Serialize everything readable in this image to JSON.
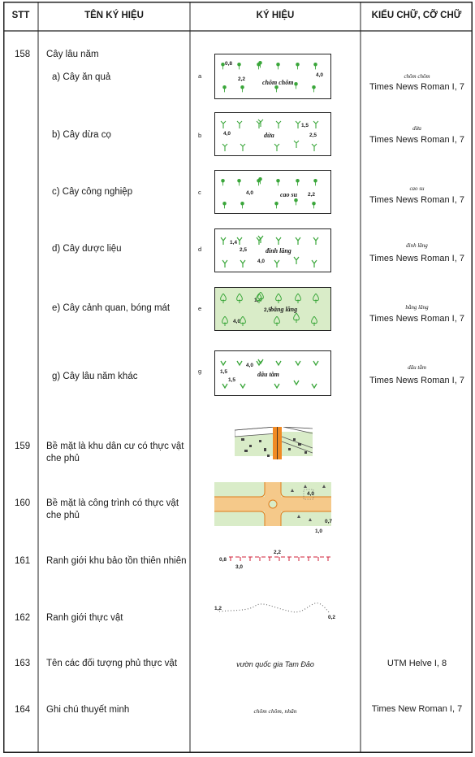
{
  "header": {
    "stt": "STT",
    "name": "TÊN KÝ HIỆU",
    "symbol": "KÝ HIỆU",
    "font": "KIỂU CHỮ, CỠ CHỮ"
  },
  "row158": {
    "stt": "158",
    "title": "Cây lâu năm",
    "items": [
      {
        "label": "a) Cây ăn quả",
        "letter": "a",
        "box_text": "chôm chôm",
        "dims": [
          "0,8",
          "2,2",
          "4,0"
        ],
        "font_sample": "chôm chôm",
        "font": "Times News Roman I, 7"
      },
      {
        "label": "b) Cây dừa cọ",
        "letter": "b",
        "box_text": "dừa",
        "dims": [
          "4,0",
          "1,5",
          "2,5"
        ],
        "font_sample": "dừa",
        "font": "Times News Roman I, 7"
      },
      {
        "label": "c) Cây công nghiệp",
        "letter": "c",
        "box_text": "cao su",
        "dims": [
          "4,0",
          "2,2"
        ],
        "font_sample": "cao su",
        "font": "Times News Roman I, 7"
      },
      {
        "label": "d) Cây dược liệu",
        "letter": "d",
        "box_text": "đinh lăng",
        "dims": [
          "1,4",
          "2,5",
          "4,0"
        ],
        "font_sample": "đinh lăng",
        "font": "Times News Roman I, 7"
      },
      {
        "label": "e) Cây cảnh quan, bóng mát",
        "letter": "e",
        "box_text": "bằng lăng",
        "dims": [
          "1,4",
          "2,5",
          "4,0"
        ],
        "font_sample": "bằng lăng",
        "font": "Times News Roman I, 7"
      },
      {
        "label": "g) Cây lâu năm khác",
        "letter": "g",
        "box_text": "dâu tằm",
        "dims": [
          "4,0",
          "1,5",
          "1,5"
        ],
        "font_sample": "dâu tằm",
        "font": "Times News Roman I, 7"
      }
    ]
  },
  "row159": {
    "stt": "159",
    "title": "Bề mặt là khu dân cư có thực vật che phủ"
  },
  "row160": {
    "stt": "160",
    "title": "Bề mặt là công trình có thực vật che phủ",
    "dims": [
      "4,0",
      "0,7",
      "1,0"
    ]
  },
  "row161": {
    "stt": "161",
    "title": "Ranh giới khu bảo tồn thiên nhiên",
    "dims": [
      "0,8",
      "2,2",
      "3,0"
    ]
  },
  "row162": {
    "stt": "162",
    "title": "Ranh giới thực vật",
    "dims": [
      "1,2",
      "0,2"
    ]
  },
  "row163": {
    "stt": "163",
    "title": "Tên các đối tượng phủ thực vật",
    "sample": "vườn quốc gia Tam Đảo",
    "font": "UTM Helve I, 8"
  },
  "row164": {
    "stt": "164",
    "title": "Ghi chú thuyết minh",
    "sample": "chôm chôm, nhãn",
    "font": "Times New Roman I, 7"
  },
  "colors": {
    "green_fill": "#d9ecc8",
    "tree_green": "#3aa63a",
    "road_orange": "#f5c98a",
    "road_line": "#e07b1a",
    "boundary_red": "#d0203a",
    "dot_grey": "#666666"
  }
}
